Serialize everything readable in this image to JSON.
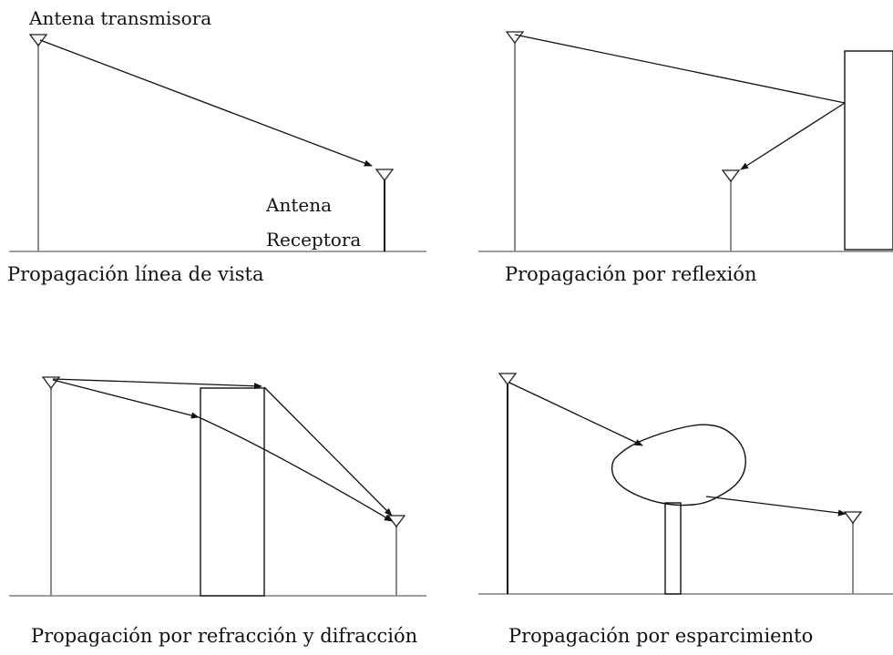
{
  "panels": {
    "line_of_sight": {
      "caption": "Propagación línea de vista",
      "tx_label": "Antena transmisora",
      "rx_label_1": "Antena",
      "rx_label_2": "Receptora"
    },
    "reflection": {
      "caption": "Propagación por reflexión"
    },
    "refraction": {
      "caption": "Propagación por refracción y difracción"
    },
    "scattering": {
      "caption": "Propagación por esparcimiento"
    }
  },
  "colors": {
    "ink": "#111111",
    "mast": "#8a8a8a",
    "background": "#ffffff"
  }
}
